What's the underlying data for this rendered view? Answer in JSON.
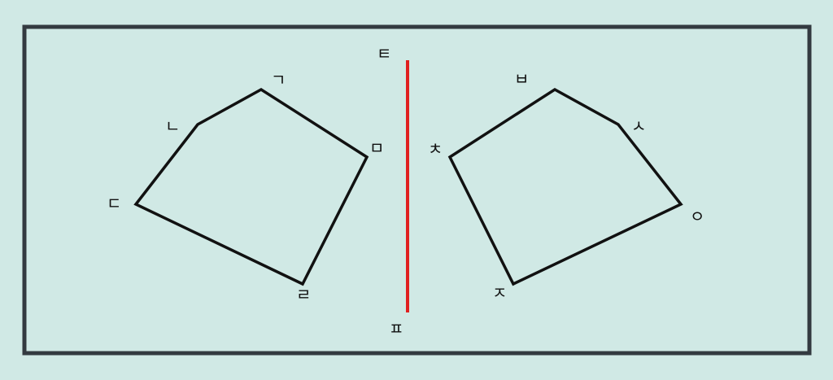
{
  "colors": {
    "background": "#d0e9e5",
    "frame": "#333a40",
    "shape_stroke": "#111111",
    "mirror_line": "#e02020"
  },
  "mirror_line": {
    "top_label": "ㅌ",
    "bottom_label": "ㅍ"
  },
  "left_shape": {
    "vertices": [
      "ㄱ",
      "ㄴ",
      "ㄷ",
      "ㄹ",
      "ㅁ"
    ]
  },
  "right_shape": {
    "vertices": [
      "ㅂ",
      "ㅅ",
      "ㅇ",
      "ㅈ",
      "ㅊ"
    ]
  }
}
